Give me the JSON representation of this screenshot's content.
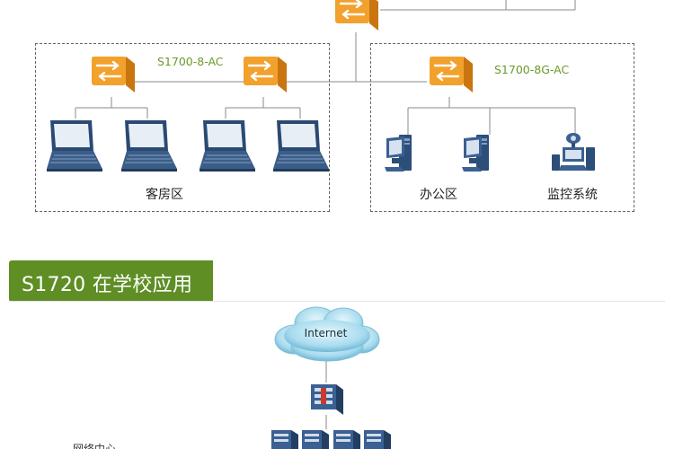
{
  "colors": {
    "switch_fill": "#f2a12c",
    "switch_edge": "#d07a12",
    "model_label": "#6a9a2a",
    "banner_bg": "#5e8e24",
    "device_blue": "#2d4e78",
    "cloud_fill": "#a9dcee",
    "dashed_border": "#666666"
  },
  "top_diagram": {
    "zones": [
      {
        "model_label": "S1700-8-AC",
        "areas": [
          {
            "label": "客房区"
          }
        ]
      },
      {
        "model_label": "S1700-8G-AC",
        "areas": [
          {
            "label": "办公区"
          },
          {
            "label": "监控系统"
          }
        ]
      }
    ],
    "icons": {
      "switch": "switch-icon",
      "laptop": "laptop-icon",
      "workstation": "desktop-pc-icon",
      "camera_station": "surveillance-camera-icon"
    }
  },
  "section_school": {
    "banner_title": "S1720 在学校应用",
    "cloud_label": "Internet",
    "partial_label": "网络中心",
    "icons": {
      "cloud": "internet-cloud-icon",
      "firewall": "firewall-icon",
      "servers": "server-icon"
    }
  }
}
